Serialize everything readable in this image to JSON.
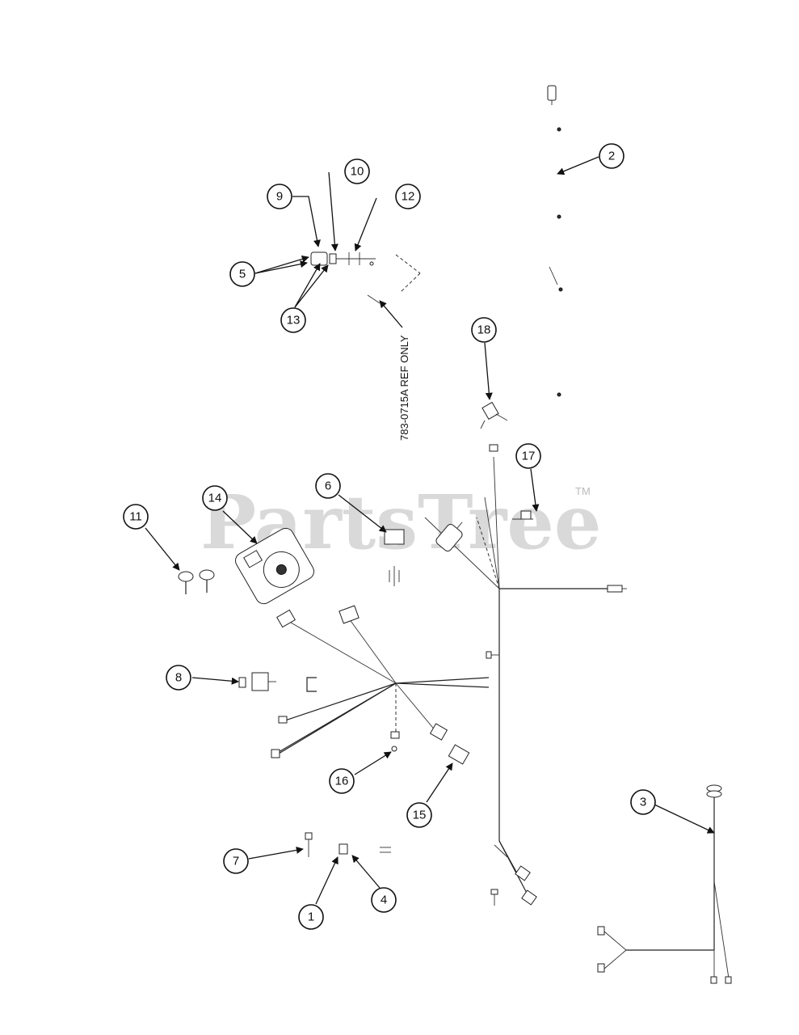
{
  "diagram": {
    "note": "783-0715A REF ONLY",
    "watermark": "PartsTree",
    "watermark_mark": "TM",
    "callouts": [
      "1",
      "2",
      "3",
      "4",
      "5",
      "6",
      "7",
      "8",
      "9",
      "10",
      "11",
      "12",
      "13",
      "14",
      "15",
      "16",
      "17",
      "18"
    ],
    "colors": {
      "line": "#111111",
      "watermark": "#cccccc",
      "background": "#ffffff"
    }
  }
}
